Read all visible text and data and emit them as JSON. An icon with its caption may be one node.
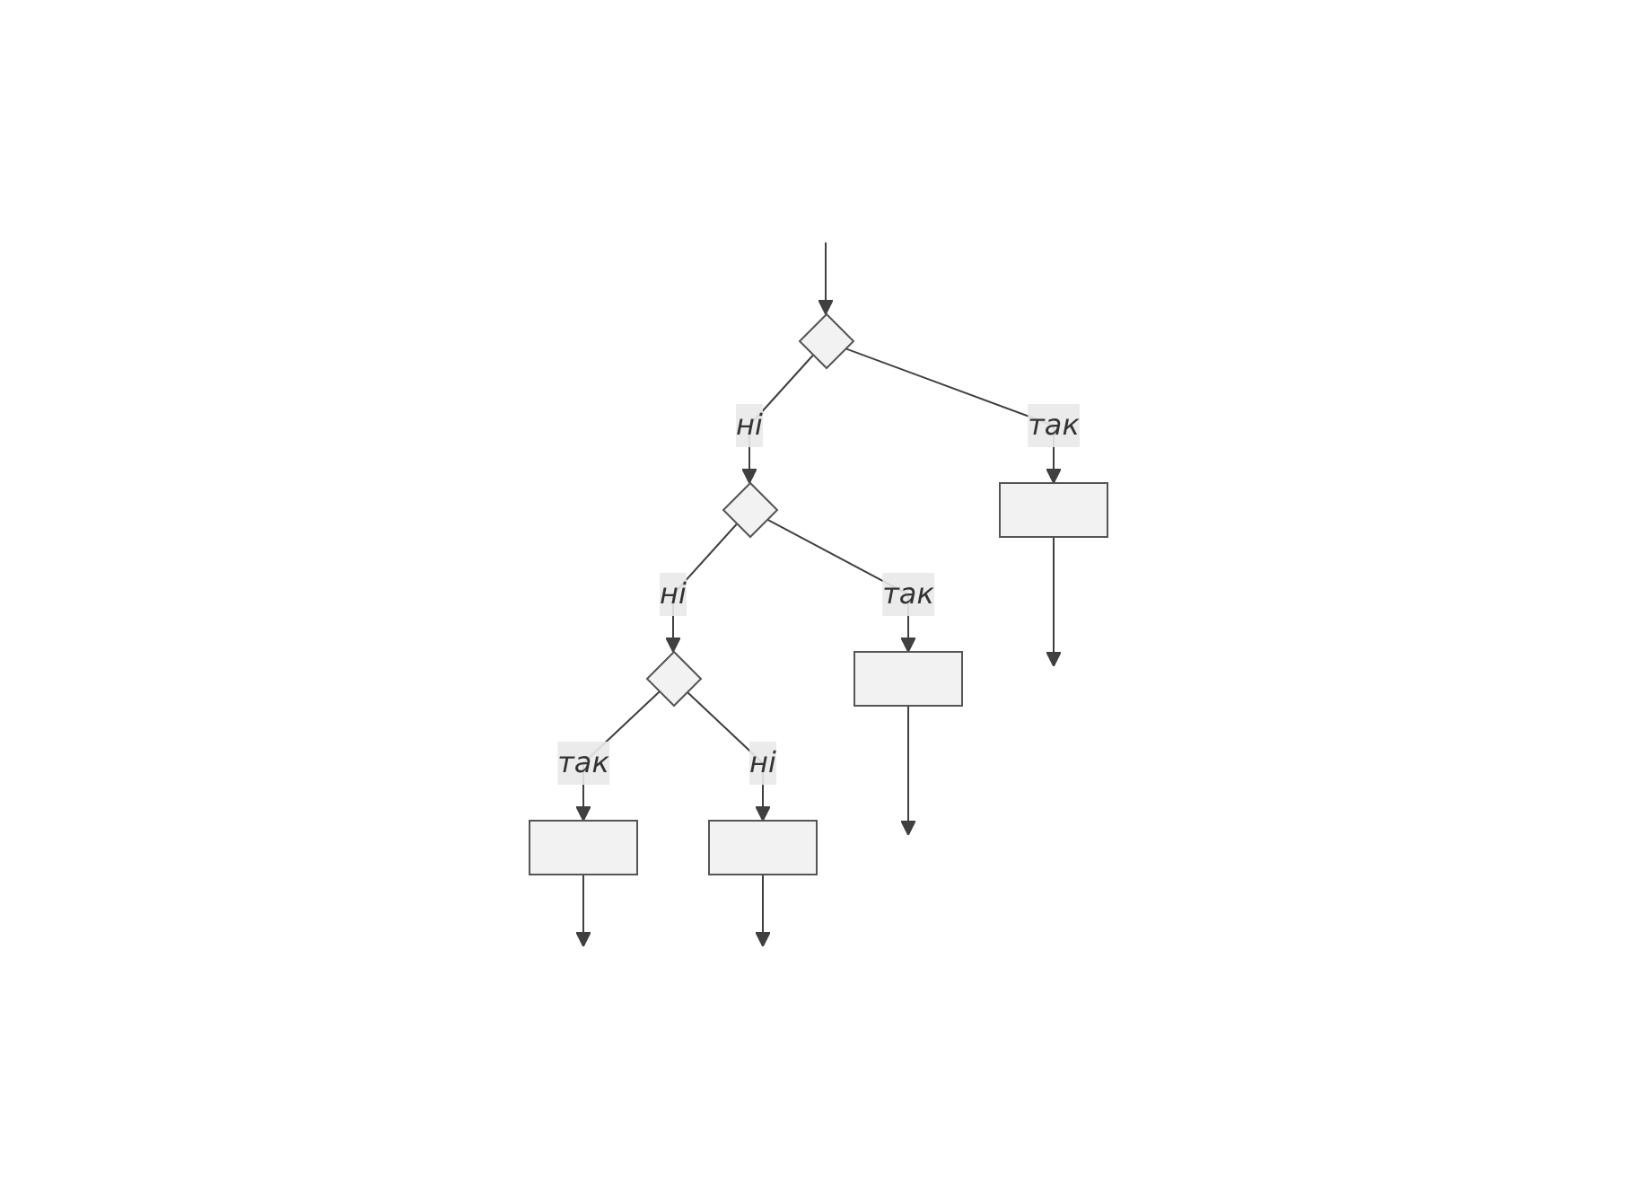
{
  "diagram": {
    "nodes": [
      {
        "text": [],
        "shape": "diamond"
      },
      {
        "text": [],
        "shape": "box"
      },
      {
        "text": [],
        "shape": "diamond"
      },
      {
        "text": [],
        "shape": "box"
      },
      {
        "text": [],
        "shape": "diamond"
      },
      {
        "text": [],
        "shape": "box"
      },
      {
        "text": [],
        "shape": "box"
      }
    ],
    "edges": [
      {
        "from": null,
        "to": 0,
        "arrow": "to"
      },
      {
        "from": 0,
        "to": 1,
        "arrow": "to",
        "label": "так"
      },
      {
        "from": 0,
        "to": 2,
        "arrow": "to",
        "label": "ні"
      },
      {
        "from": 2,
        "to": 3,
        "arrow": "to",
        "label": "так"
      },
      {
        "from": 2,
        "to": 4,
        "arrow": "to",
        "label": "ні"
      },
      {
        "from": 4,
        "to": 5,
        "arrow": "to",
        "label": "так"
      },
      {
        "from": 4,
        "to": 6,
        "arrow": "to",
        "label": "ні"
      },
      {
        "from": 1,
        "to": null,
        "arrow": "to"
      },
      {
        "from": 3,
        "to": null,
        "arrow": "to"
      },
      {
        "from": 5,
        "to": null,
        "arrow": "to"
      },
      {
        "from": 6,
        "to": null,
        "arrow": "to"
      }
    ]
  }
}
